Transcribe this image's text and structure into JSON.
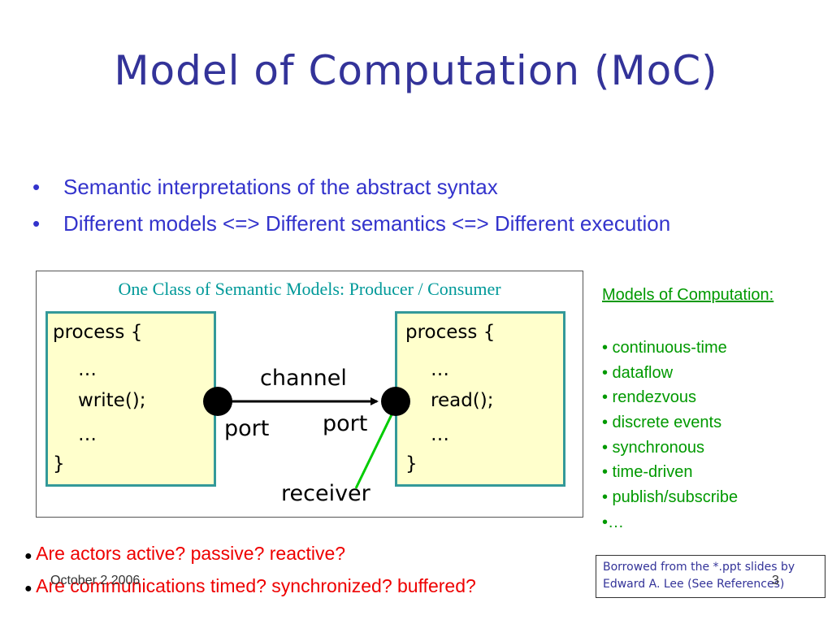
{
  "slide": {
    "title": "Model of Computation (MoC)",
    "bullets": [
      "Semantic interpretations of the abstract syntax",
      "Different models <=> Different semantics <=> Different execution"
    ],
    "bullet_marker": "•"
  },
  "diagram": {
    "caption": "One Class of Semantic Models: Producer / Consumer",
    "producer": {
      "lines": [
        "process {",
        "…",
        "write();",
        "…",
        "}"
      ]
    },
    "consumer": {
      "lines": [
        "process {",
        "…",
        "read();",
        "…",
        "}"
      ]
    },
    "channel_label": "channel",
    "port_left_label": "port",
    "port_right_label": "port",
    "receiver_label": "receiver"
  },
  "models": {
    "title": "Models of Computation:",
    "items": [
      "• continuous-time",
      "• dataflow",
      "• rendezvous",
      "• discrete events",
      "• synchronous",
      "• time-driven",
      "• publish/subscribe",
      "•…"
    ]
  },
  "questions": {
    "marker": "●",
    "items": [
      "Are actors active? passive? reactive?",
      "Are communications timed? synchronized? buffered?"
    ]
  },
  "credit": {
    "line1": "Borrowed from the *.ppt slides by",
    "line2": "Edward A. Lee (See References)"
  },
  "footer": {
    "date": "October 2 2006",
    "page": "3"
  },
  "colors": {
    "title": "#333399",
    "bullets": "#3333cc",
    "caption": "#009999",
    "box_fill": "#ffffcc",
    "box_border": "#339999",
    "models": "#009900",
    "questions": "#ee0000",
    "receiver_arrow": "#00cc00"
  }
}
